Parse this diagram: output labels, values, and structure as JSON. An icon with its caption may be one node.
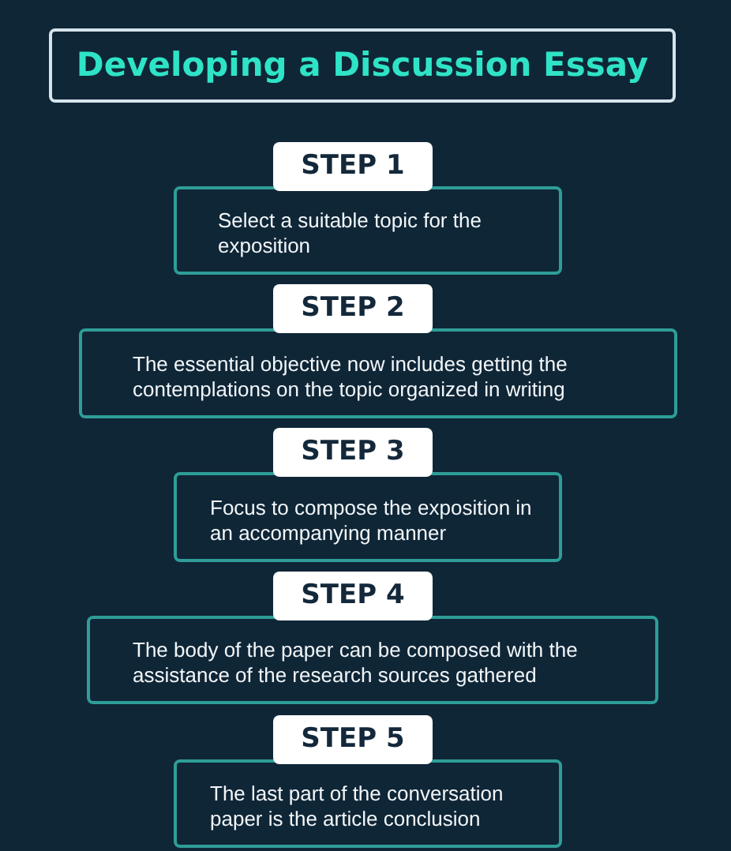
{
  "diagram": {
    "title": "Developing a Discussion Essay",
    "nodes": [
      {
        "text": [
          "STEP 1"
        ]
      },
      {
        "text": [
          "Select a suitable topic for the exposition"
        ]
      },
      {
        "text": [
          "STEP 2"
        ]
      },
      {
        "text": [
          "The essential objective now includes getting the contemplations on the topic organized in writing"
        ]
      },
      {
        "text": [
          "STEP 3"
        ]
      },
      {
        "text": [
          "Focus to compose the exposition in an accompanying manner"
        ]
      },
      {
        "text": [
          "STEP 4"
        ]
      },
      {
        "text": [
          "The body of the paper can be composed with the assistance of the research sources gathered"
        ]
      },
      {
        "text": [
          "STEP 5"
        ]
      },
      {
        "text": [
          "The last part of the conversation paper is the article conclusion"
        ]
      }
    ]
  }
}
